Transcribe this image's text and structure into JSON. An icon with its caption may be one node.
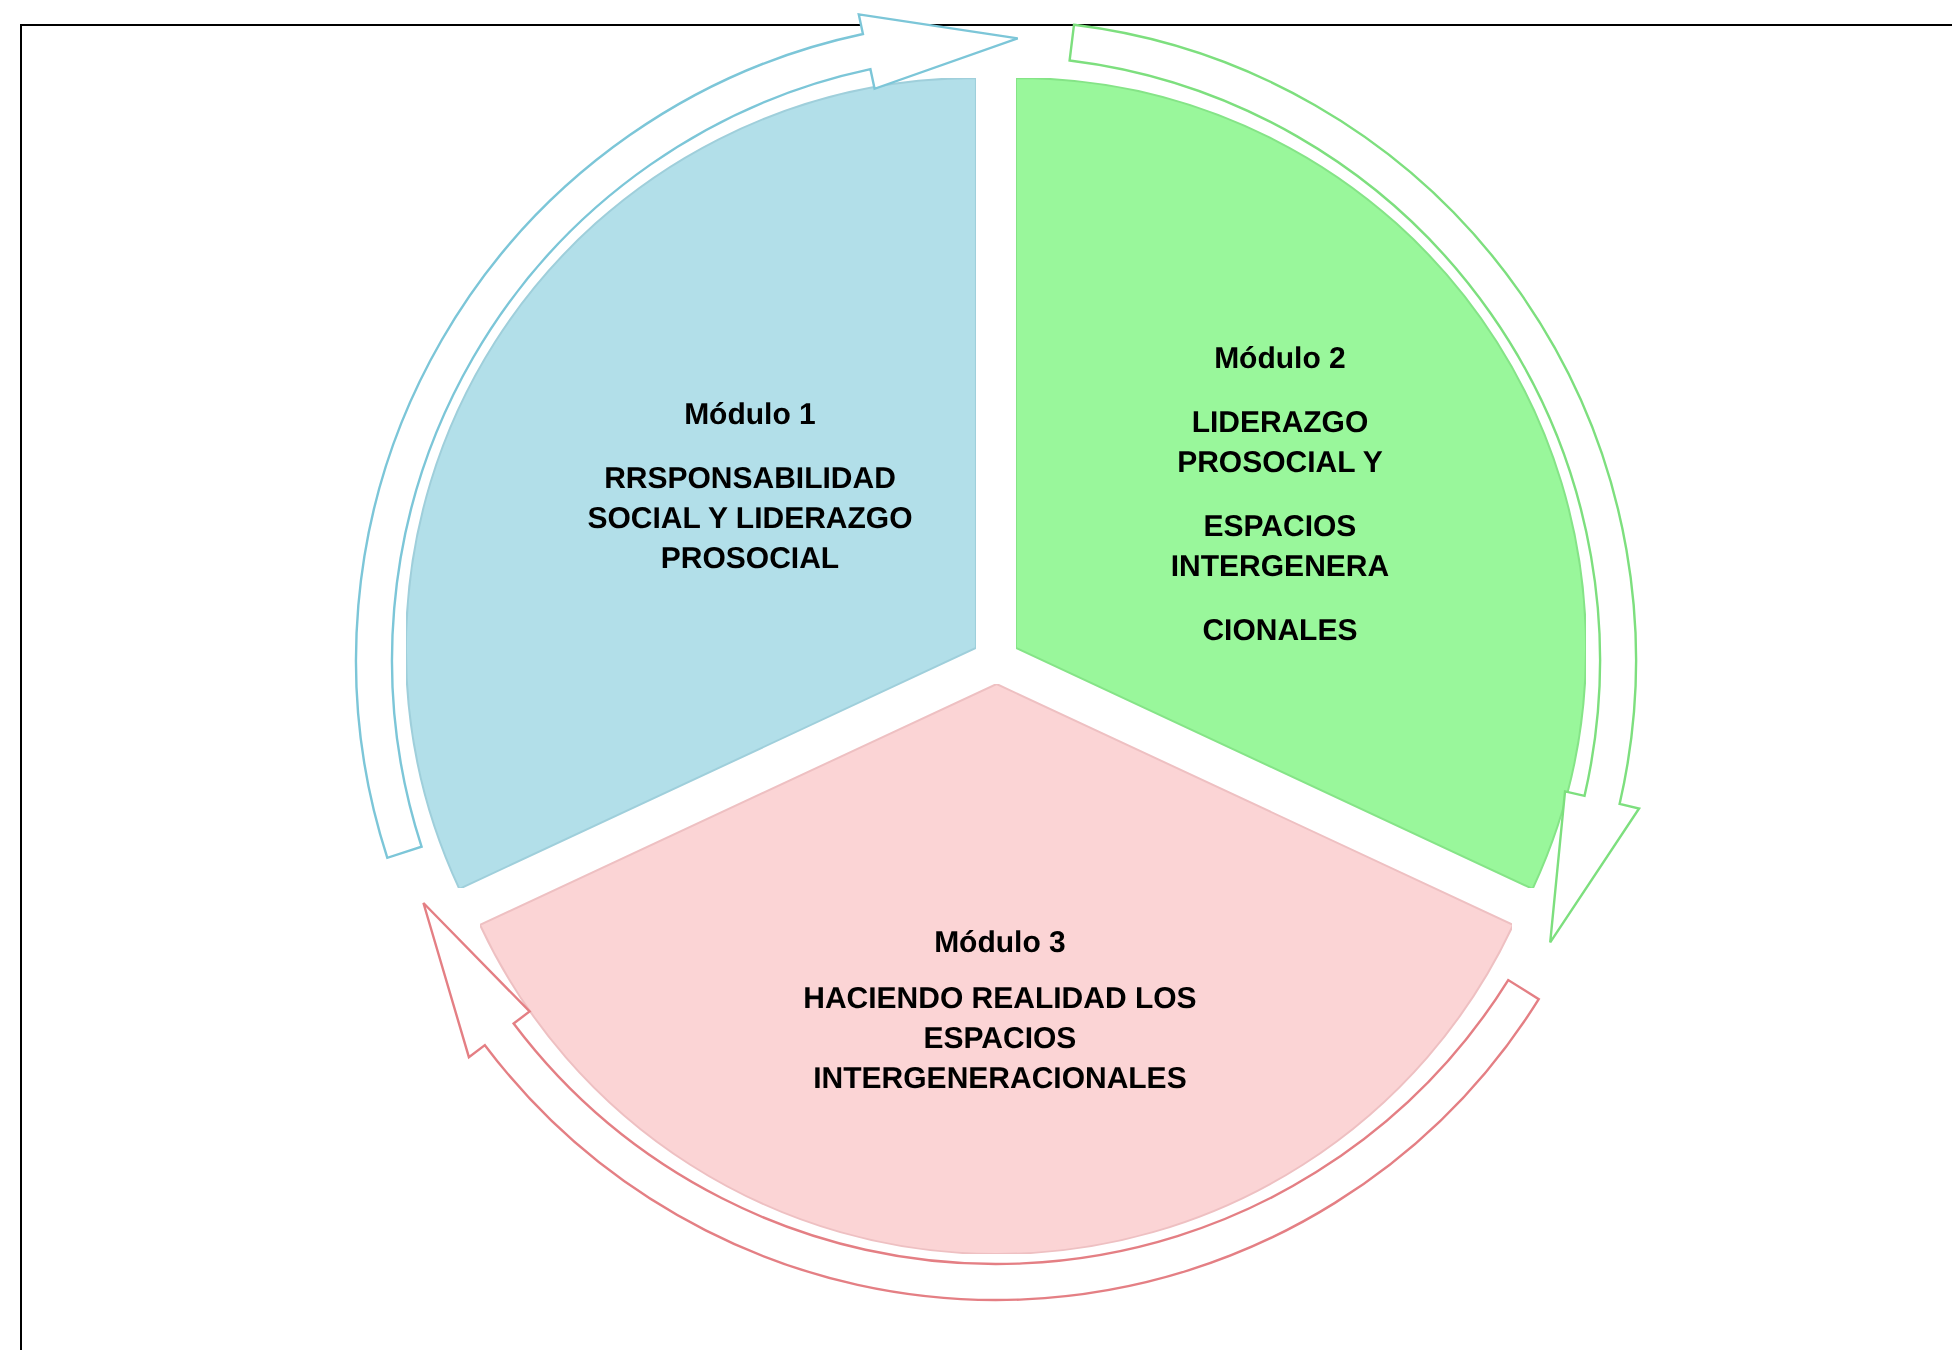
{
  "diagram": {
    "nodes": [
      {
        "text": [
          "Módulo 1",
          "RRSPONSABILIDAD SOCIAL Y LIDERAZGO PROSOCIAL"
        ]
      },
      {
        "text": [
          "Módulo 2",
          "LIDERAZGO PROSOCIAL Y",
          "ESPACIOS INTERGENERA",
          "CIONALES"
        ]
      },
      {
        "text": [
          "Módulo 3",
          "HACIENDO REALIDAD LOS ESPACIOS INTERGENERACIONALES"
        ]
      }
    ],
    "edges": [
      {
        "from": 0,
        "to": 1,
        "arrow": "to",
        "color": "#7cc6d8"
      },
      {
        "from": 1,
        "to": 2,
        "arrow": "to",
        "color": "#7ddf7e"
      },
      {
        "from": 2,
        "to": 0,
        "arrow": "to",
        "color": "#e47f84"
      }
    ]
  }
}
